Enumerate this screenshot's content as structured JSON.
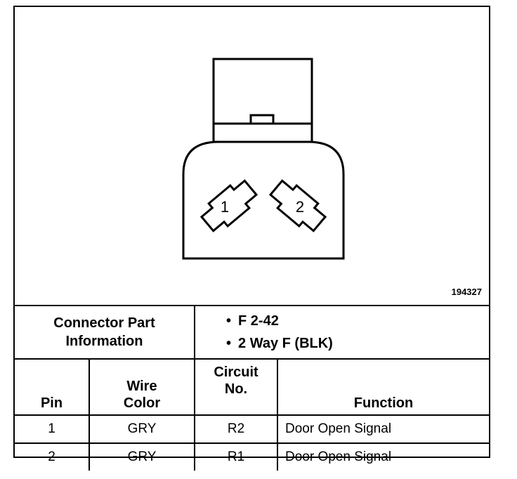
{
  "figure_number": "194327",
  "connector": {
    "pin_labels": [
      "1",
      "2"
    ],
    "part_info_label": "Connector Part Information",
    "part_info_items": [
      "F 2-42",
      "2 Way F (BLK)"
    ]
  },
  "table": {
    "headers": {
      "pin": "Pin",
      "wire_color": "Wire Color",
      "circuit_no": "Circuit No.",
      "function": "Function"
    },
    "rows": [
      {
        "pin": "1",
        "wire_color": "GRY",
        "circuit": "R2",
        "function": "Door Open Signal"
      },
      {
        "pin": "2",
        "wire_color": "GRY",
        "circuit": "R1",
        "function": "Door Open Signal"
      }
    ]
  }
}
